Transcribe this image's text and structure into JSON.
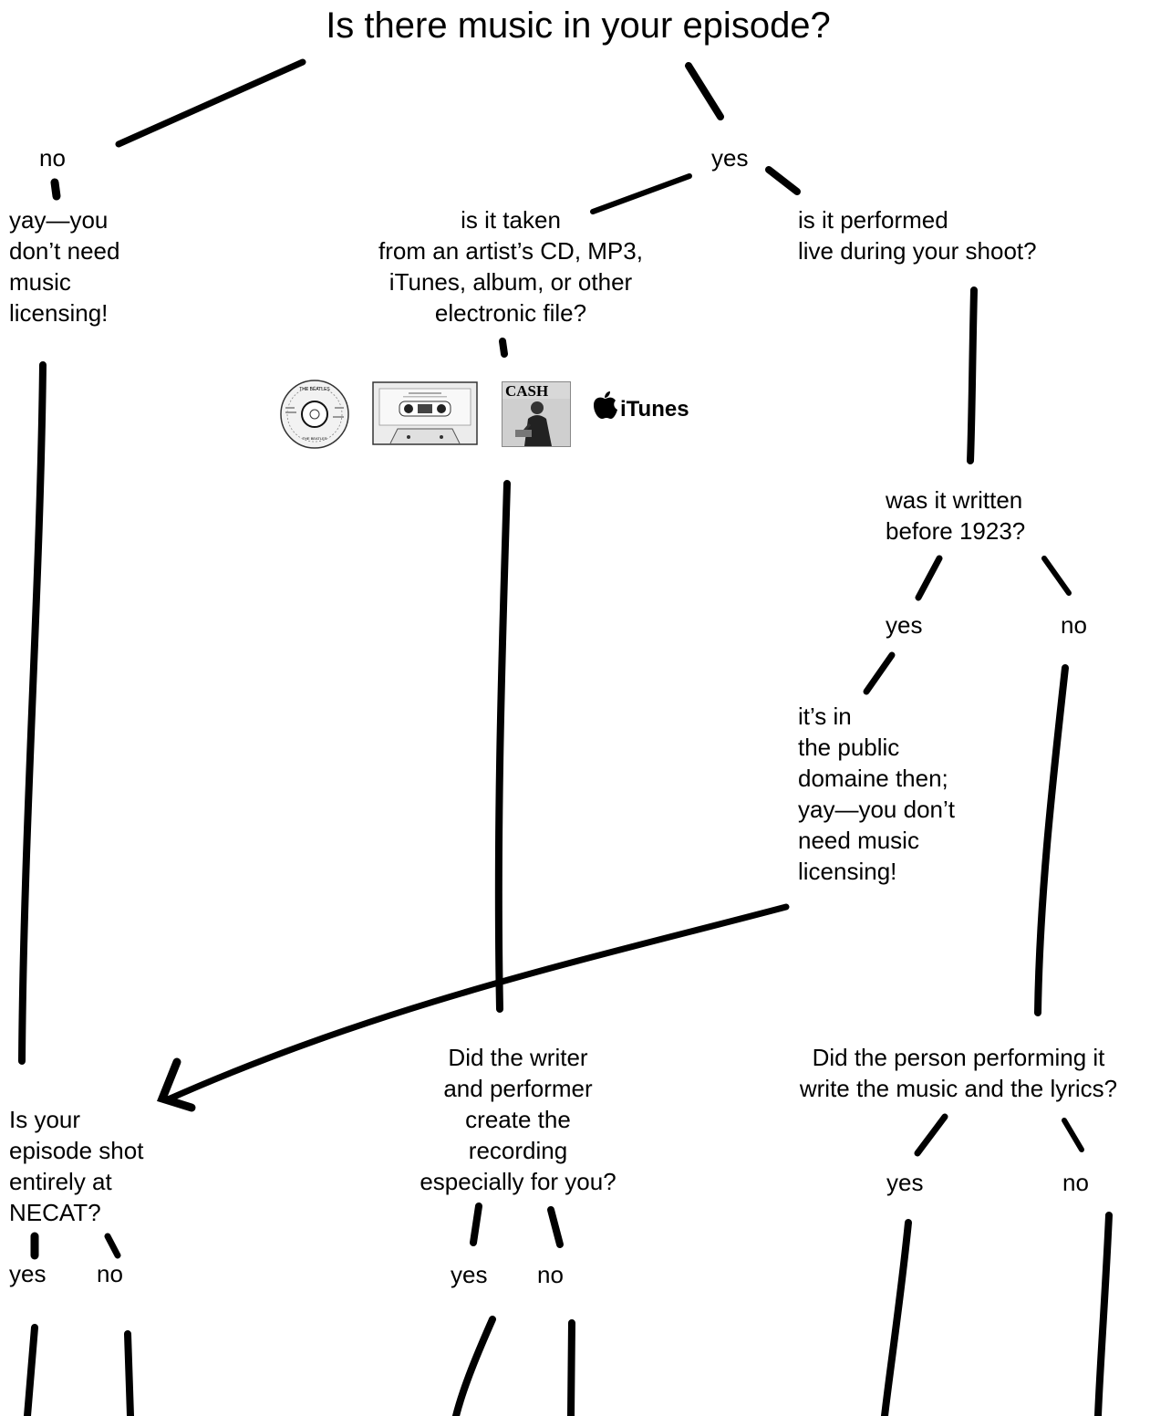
{
  "title": "Is there music in your episode?",
  "nodes": {
    "no_top": "no",
    "yes_top": "yes",
    "no_music": [
      "yay—you",
      "don’t need",
      "music",
      "licensing!"
    ],
    "taken_from": [
      "is it taken",
      "from an artist’s CD, MP3,",
      "iTunes, album, or other",
      "electronic file?"
    ],
    "performed_live": [
      "is it performed",
      "live during your shoot?"
    ],
    "written_before": [
      "was it written",
      "before 1923?"
    ],
    "yes_1923": "yes",
    "no_1923": "no",
    "public_domain": [
      "it’s in",
      "the public",
      "domaine then;",
      "yay—you don’t",
      "need music",
      "licensing!"
    ],
    "shot_necat": [
      "Is your",
      "episode shot",
      "entirely at",
      "NECAT?"
    ],
    "necat_yes": "yes",
    "necat_no": "no",
    "writer_performer": [
      "Did the writer",
      "and performer",
      "create the",
      "recording",
      "especially for you?"
    ],
    "writer_yes": "yes",
    "writer_no": "no",
    "person_performing": [
      "Did the person performing it",
      "write the music and the lyrics?"
    ],
    "person_yes": "yes",
    "person_no": "no"
  },
  "media": {
    "cd_label_top": "THE BEATLES",
    "cd_label_bottom": "THE BEATLES",
    "album_label": "CASH",
    "itunes_label": "iTunes",
    "icons": [
      "cd-icon",
      "cassette-icon",
      "album-icon",
      "apple-icon"
    ]
  }
}
